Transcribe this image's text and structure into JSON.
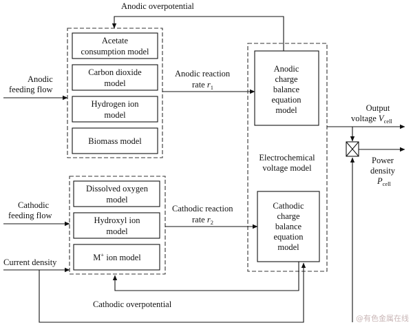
{
  "feedback": {
    "anodic_overpotential": "Anodic overpotential",
    "cathodic_overpotential": "Cathodic overpotential"
  },
  "inputs": {
    "anodic_feeding_line1": "Anodic",
    "anodic_feeding_line2": "feeding flow",
    "cathodic_feeding_line1": "Cathodic",
    "cathodic_feeding_line2": "feeding flow",
    "current_density": "Current density"
  },
  "anodic_models": [
    {
      "line1": "Acetate",
      "line2": "consumption model"
    },
    {
      "line1": "Carbon dioxide",
      "line2": "model"
    },
    {
      "line1": "Hydrogen ion",
      "line2": "model"
    },
    {
      "line1": "Biomass model",
      "line2": ""
    }
  ],
  "cathodic_models": [
    {
      "line1": "Dissolved oxygen",
      "line2": "model"
    },
    {
      "line1": "Hydroxyl ion",
      "line2": "model"
    },
    {
      "line1": "M",
      "sup": "+",
      "line1_rest": " ion model",
      "line2": ""
    }
  ],
  "reaction_rates": {
    "anodic_line1": "Anodic reaction",
    "anodic_line2": "rate ",
    "anodic_symbol": "r",
    "anodic_sub": "1",
    "cathodic_line1": "Cathodic reaction",
    "cathodic_line2": "rate ",
    "cathodic_symbol": "r",
    "cathodic_sub": "2"
  },
  "equations": {
    "anodic": [
      "Anodic",
      "charge",
      "balance",
      "equation",
      "model"
    ],
    "cathodic": [
      "Cathodic",
      "charge",
      "balance",
      "equation",
      "model"
    ]
  },
  "electrochemical": {
    "line1": "Electrochemical",
    "line2": "voltage model"
  },
  "outputs": {
    "voltage_line1": "Output",
    "voltage_line2": "voltage ",
    "voltage_symbol": "V",
    "voltage_sub": "cell",
    "power_line1": "Power",
    "power_line2": "density",
    "power_symbol": "P",
    "power_sub": "cell"
  },
  "watermark": "@有色金属在线"
}
